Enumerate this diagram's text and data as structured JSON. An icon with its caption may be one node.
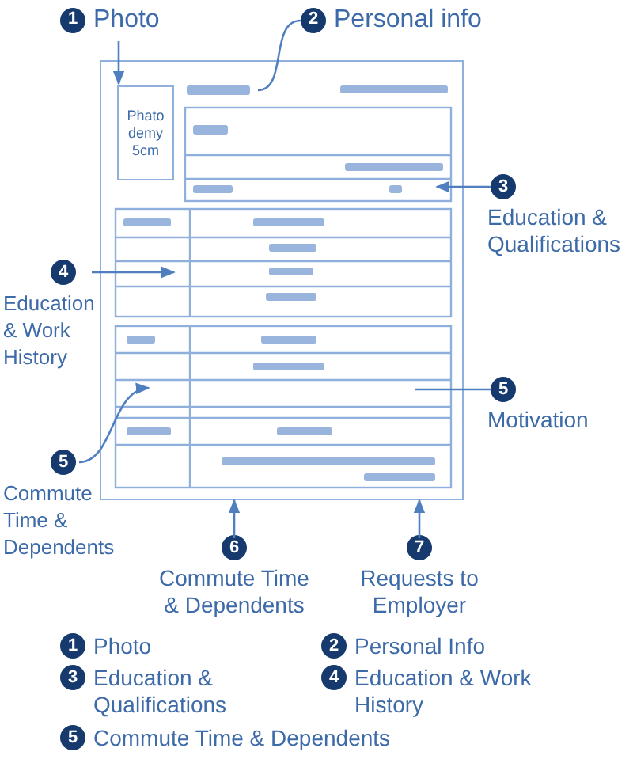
{
  "diagram": {
    "nodes": [
      {
        "text": [],
        "shape": "box"
      },
      {
        "text": [
          "Phato demy 5cm"
        ],
        "in": 0
      },
      {
        "text": [
          "1",
          "Photo"
        ]
      },
      {
        "text": [
          "2",
          "Personal info"
        ]
      },
      {
        "text": [
          "3",
          "Education & Qualifications"
        ]
      },
      {
        "text": [
          "4",
          "Education & Work History"
        ]
      },
      {
        "text": [
          "5",
          "Motivation"
        ]
      },
      {
        "text": [
          "5",
          "Commute Time & Dependents"
        ]
      },
      {
        "text": [
          "6",
          "Commute Time & Dependents"
        ]
      },
      {
        "text": [
          "7",
          "Requests to Employer"
        ]
      },
      {
        "text": [
          "1",
          "Photo"
        ]
      },
      {
        "text": [
          "2",
          "Personal Info"
        ]
      },
      {
        "text": [
          "3",
          "Education & Qualifications"
        ]
      },
      {
        "text": [
          "4",
          "Education & Work History"
        ]
      },
      {
        "text": [
          "5",
          "Commute Time & Dependents"
        ]
      }
    ],
    "edges": [
      {
        "from": 2,
        "to": 1,
        "arrow": "to"
      },
      {
        "from": 3,
        "to": 0,
        "arrow": "none"
      },
      {
        "from": 4,
        "to": 0,
        "arrow": "to"
      },
      {
        "from": 5,
        "to": 0,
        "arrow": "to"
      },
      {
        "from": 6,
        "to": 0,
        "arrow": "none"
      },
      {
        "from": 7,
        "to": 0,
        "arrow": "to"
      },
      {
        "from": 8,
        "to": 0,
        "arrow": "to"
      },
      {
        "from": 9,
        "to": 0,
        "arrow": "to"
      }
    ]
  }
}
